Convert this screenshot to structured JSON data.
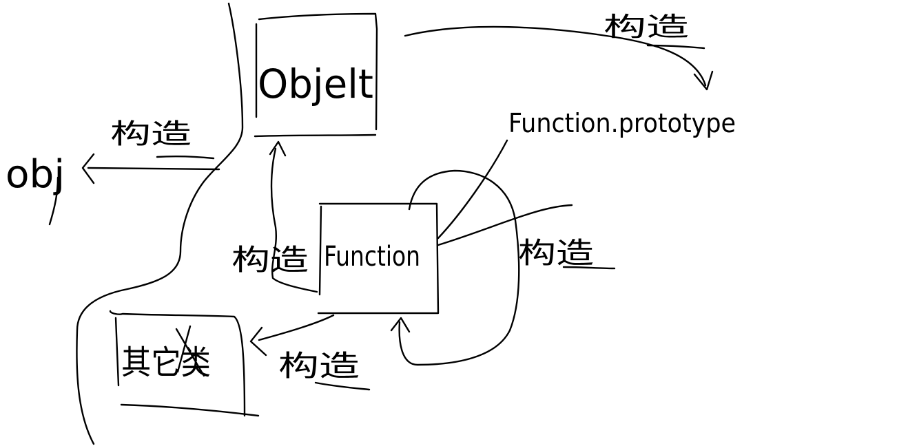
{
  "canvas": {
    "background": "#ffffff",
    "ink_color": "#000000"
  },
  "nodes": {
    "object": {
      "label": "Objelt"
    },
    "function": {
      "label": "Function"
    },
    "other": {
      "label": "其它类"
    },
    "obj": {
      "label": "obj"
    },
    "function_prototype": {
      "label": "Function.prototype"
    }
  },
  "edges": {
    "object_to_obj": {
      "label": "构造"
    },
    "object_to_prototype": {
      "label": "构造"
    },
    "function_to_object": {
      "label": "构造"
    },
    "function_self": {
      "label": "构造"
    },
    "function_to_other": {
      "label": "构造"
    }
  }
}
